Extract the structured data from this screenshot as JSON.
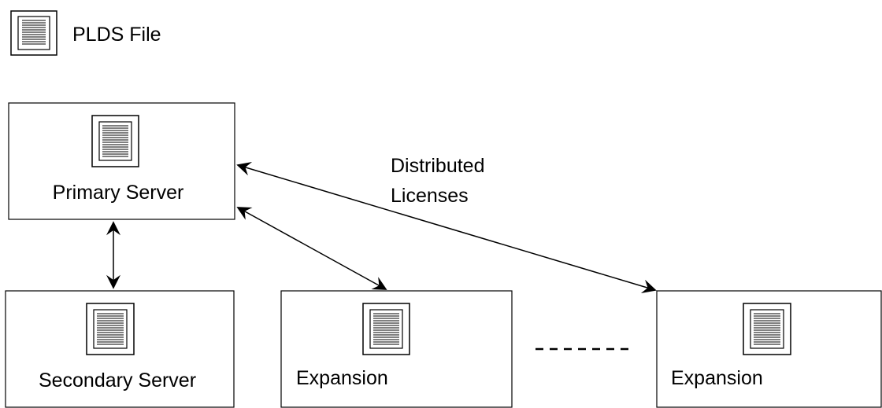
{
  "legend": {
    "icon": "document-lines-icon",
    "label": "PLDS File"
  },
  "nodes": {
    "primary": {
      "label": "Primary Server"
    },
    "secondary": {
      "label": "Secondary Server"
    },
    "expansion1": {
      "label": "Expansion"
    },
    "expansion2": {
      "label": "Expansion"
    }
  },
  "edges": {
    "distributed_label_line1": "Distributed",
    "distributed_label_line2": "Licenses"
  }
}
